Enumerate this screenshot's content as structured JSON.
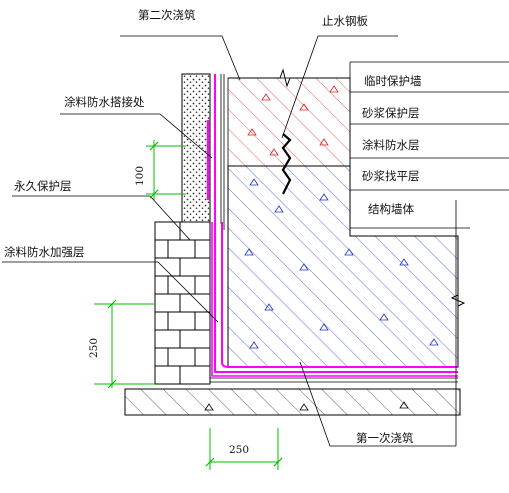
{
  "labels": {
    "second_pour": "第二次浇筑",
    "waterstop_plate": "止水钢板",
    "temp_protect_wall": "临时保护墙",
    "coating_overlap": "涂料防水搭接处",
    "mortar_protect": "砂浆保护层",
    "coating_waterproof": "涂料防水层",
    "mortar_leveling": "砂浆找平层",
    "perm_protect": "永久保护层",
    "structure_wall": "结构墙体",
    "coating_reinforce": "涂料防水加强层",
    "first_pour": "第一次浇筑"
  },
  "dims": {
    "overlap_height": "100",
    "reinforce_height": "250",
    "reinforce_width": "250"
  },
  "colors": {
    "line": "#000000",
    "waterproof": "#ff00ff",
    "second_pour_hatch": "#e02020",
    "first_pour_hatch": "#2030c8",
    "dimension": "#00c000",
    "brick": "#000000"
  }
}
